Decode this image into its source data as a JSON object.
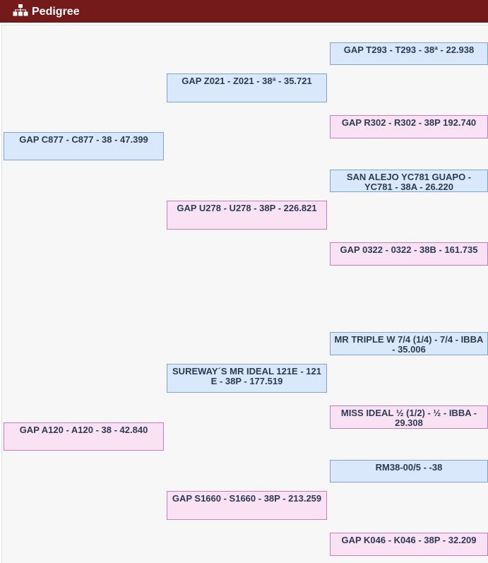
{
  "header": {
    "title": "Pedigree",
    "icon": "pedigree-tree-icon"
  },
  "colors": {
    "header_bg": "#741a1a",
    "male_bg": "#d9e9fb",
    "male_border": "#7ea3cd",
    "female_bg": "#fae2f5",
    "female_border": "#cc7cbd",
    "text": "#2c3a56"
  },
  "pedigree": {
    "gen1": [
      {
        "label": "GAP C877 - C877 - 38 - 47.399",
        "sex": "male"
      },
      {
        "label": "GAP A120 - A120 - 38 - 42.840",
        "sex": "female"
      }
    ],
    "gen2": [
      {
        "label": "GAP Z021 - Z021 - 38ª - 35.721",
        "sex": "male"
      },
      {
        "label": "GAP U278 - U278 - 38P - 226.821",
        "sex": "female"
      },
      {
        "label": "SUREWAY´S MR IDEAL 121E - 121 E - 38P - 177.519",
        "sex": "male"
      },
      {
        "label": "GAP S1660 - S1660 - 38P - 213.259",
        "sex": "female"
      }
    ],
    "gen3": [
      {
        "label": "GAP T293 - T293 - 38ª - 22.938",
        "sex": "male"
      },
      {
        "label": "GAP R302 - R302 - 38P 192.740",
        "sex": "female"
      },
      {
        "label": "SAN ALEJO YC781 GUAPO - YC781 - 38A - 26.220",
        "sex": "male"
      },
      {
        "label": "GAP 0322 - 0322 - 38B - 161.735",
        "sex": "female"
      },
      {
        "label": "MR TRIPLE W 7/4 (1/4) - 7/4 - IBBA - 35.006",
        "sex": "male"
      },
      {
        "label": "MISS IDEAL ½ (1/2) - ½ - IBBA - 29.308",
        "sex": "female"
      },
      {
        "label": "RM38-00/5 - -38",
        "sex": "male"
      },
      {
        "label": "GAP K046 - K046 - 38P - 32.209",
        "sex": "female"
      }
    ]
  }
}
